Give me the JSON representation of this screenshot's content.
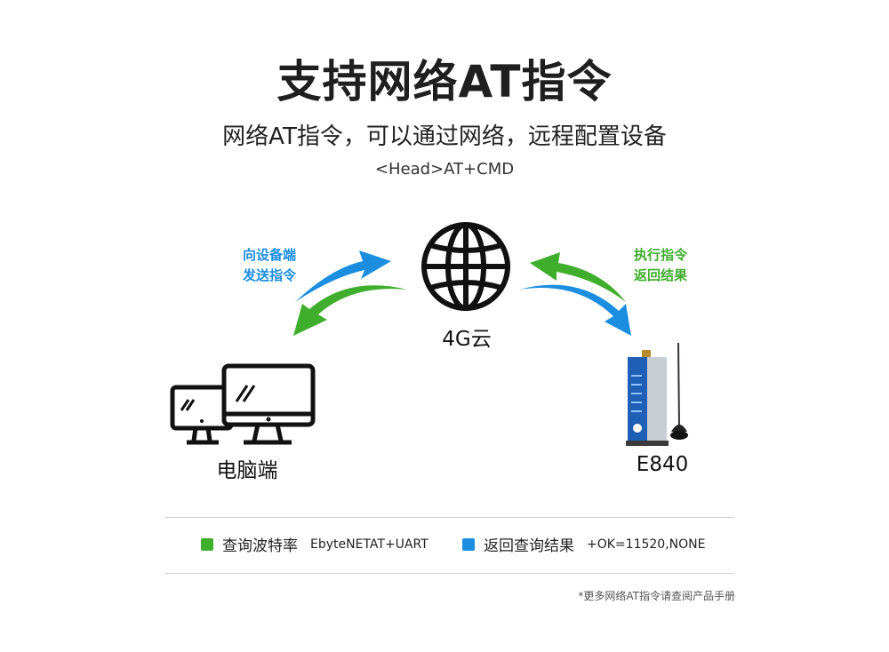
{
  "header": {
    "title": "支持网络AT指令",
    "subtitle": "网络AT指令，可以通过网络，远程配置设备",
    "format": "<Head>AT+CMD"
  },
  "diagram": {
    "cloud_label": "4G云",
    "pc_label": "电脑端",
    "device_label": "E840",
    "send_label_line1": "向设备端",
    "send_label_line2": "发送指令",
    "exec_label_line1": "执行指令",
    "exec_label_line2": "返回结果"
  },
  "legend": {
    "item1_text": "查询波特率",
    "item1_value": "EbyteNETAT+UART",
    "item2_text": "返回查询结果",
    "item2_value": "+OK=11520,NONE"
  },
  "footnote": "*更多网络AT指令请查阅产品手册",
  "colors": {
    "blue": "#1b8ee0",
    "green": "#3fae2c",
    "dark": "#111111"
  }
}
